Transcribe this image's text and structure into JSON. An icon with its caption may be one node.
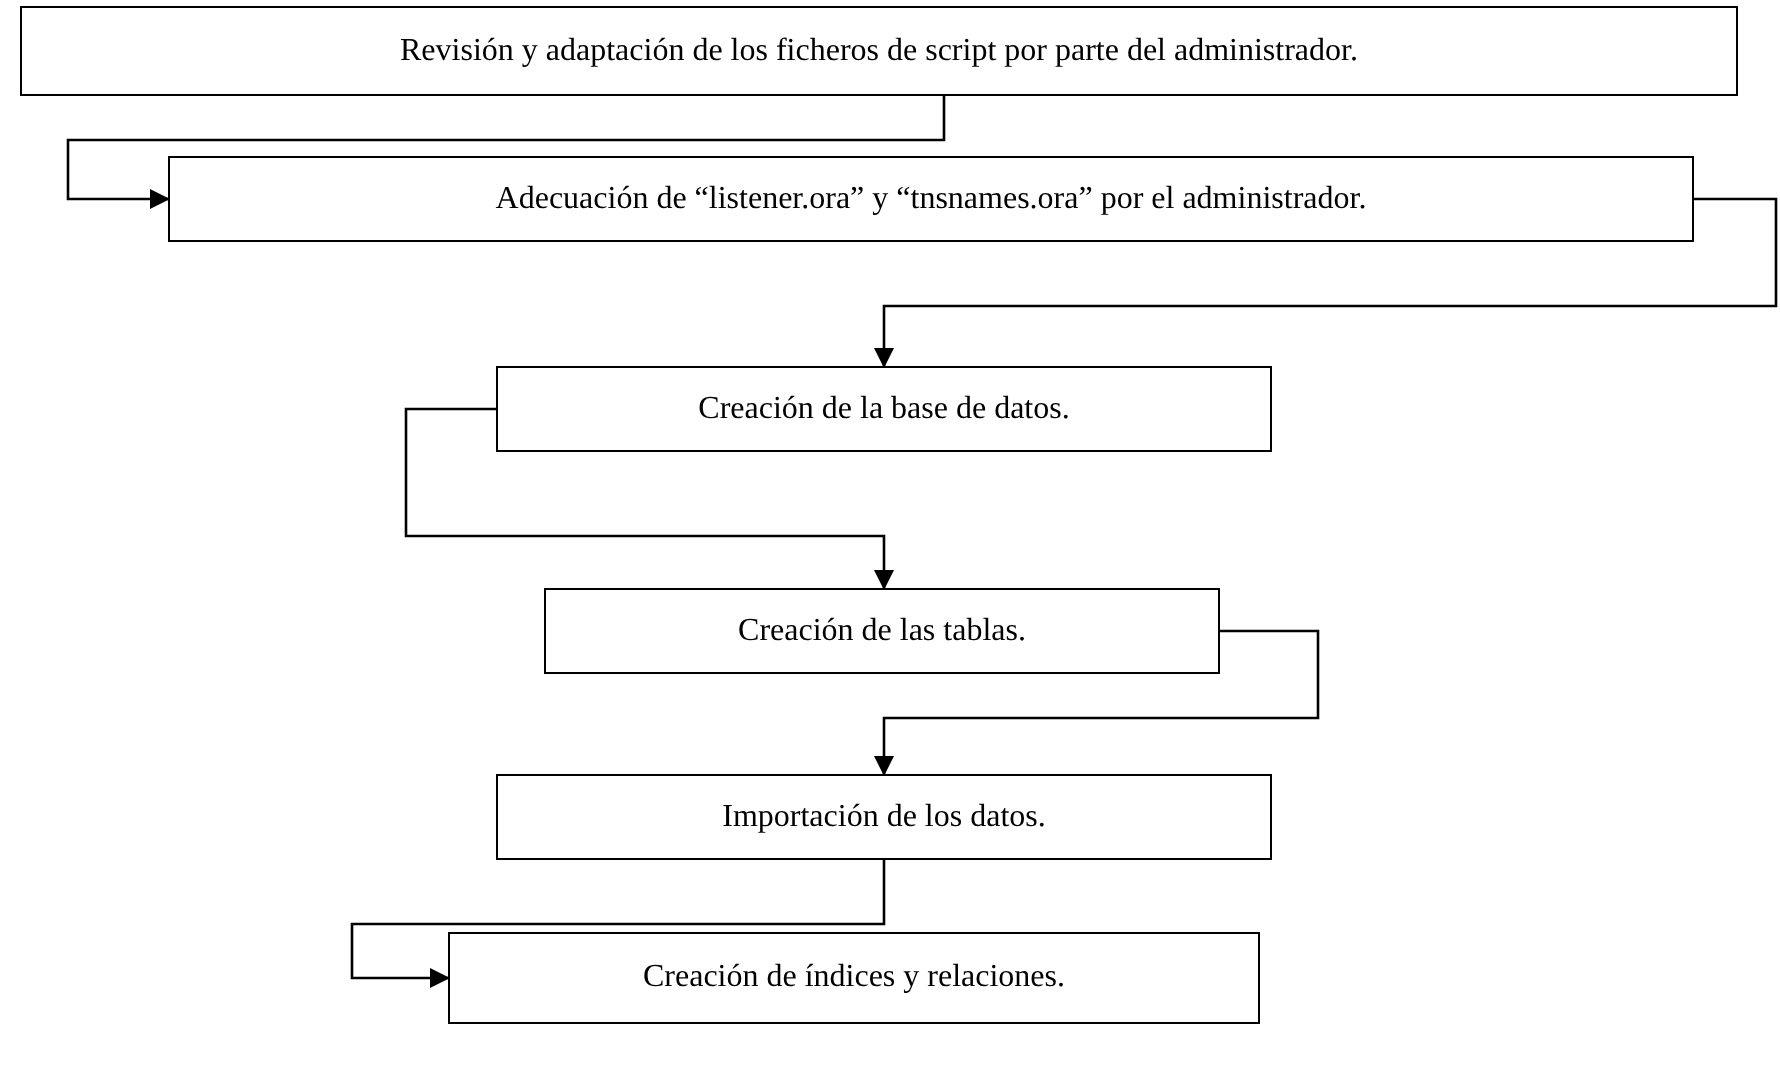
{
  "diagram": {
    "nodes": [
      {
        "text": [
          "Revisión y adaptación de los ficheros de script por parte del administrador."
        ]
      },
      {
        "text": [
          "Adecuación de “listener.ora” y “tnsnames.ora” por el administrador."
        ]
      },
      {
        "text": [
          "Creación de la base de datos."
        ]
      },
      {
        "text": [
          "Creación de las tablas."
        ]
      },
      {
        "text": [
          "Importación de los datos."
        ]
      },
      {
        "text": [
          "Creación de índices y relaciones."
        ]
      }
    ],
    "edges": [
      {
        "from": 0,
        "to": 1,
        "arrow": "to"
      },
      {
        "from": 1,
        "to": 2,
        "arrow": "to"
      },
      {
        "from": 2,
        "to": 3,
        "arrow": "to"
      },
      {
        "from": 3,
        "to": 4,
        "arrow": "to"
      },
      {
        "from": 4,
        "to": 5,
        "arrow": "to"
      }
    ]
  }
}
